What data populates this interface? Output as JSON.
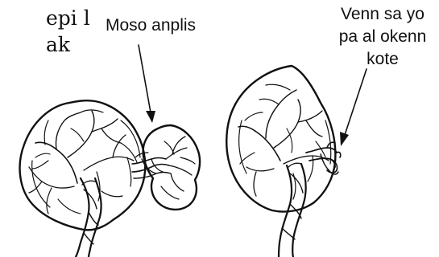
{
  "cut_text": {
    "line1": "epi l",
    "line2": "ak"
  },
  "labels": {
    "left": "Moso anplis",
    "right_line1": "Venn sa yo",
    "right_line2": "pa al okenn",
    "right_line3": "kote"
  },
  "colors": {
    "ink": "#111111",
    "background": "#ffffff"
  }
}
